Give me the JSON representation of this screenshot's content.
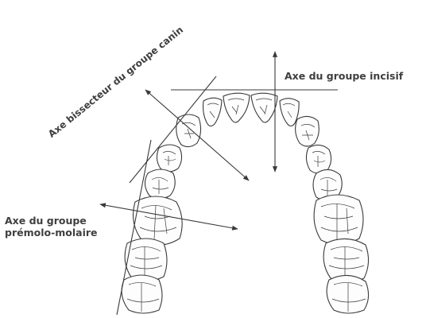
{
  "labels": {
    "incisal_axis": "Axe du groupe incisif",
    "canine_axis": "Axe bissecteur du groupe canin",
    "premolar_axis_line1": "Axe du groupe",
    "premolar_axis_line2": "prémolo-molaire"
  },
  "colors": {
    "ink": "#3a3a3a",
    "text": "#3f3f3f",
    "background": "#ffffff"
  }
}
